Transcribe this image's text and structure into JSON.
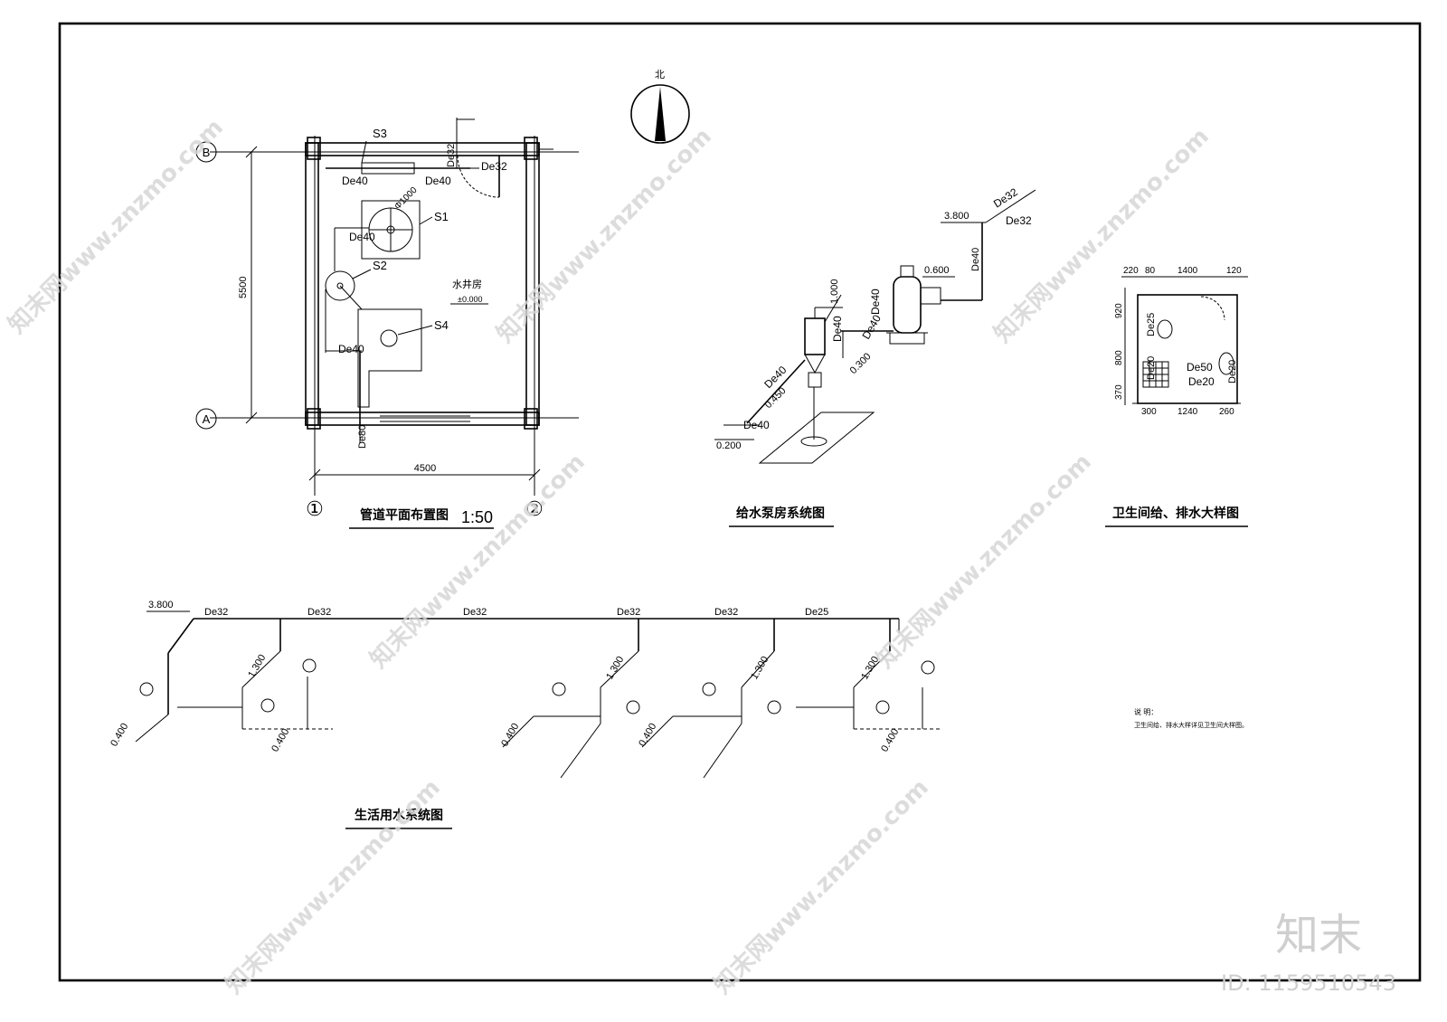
{
  "plan": {
    "title": "管道平面布置图",
    "scale": "1:50",
    "grid_b": "B",
    "grid_a": "A",
    "grid_1": "①",
    "grid_2": "②",
    "dim_height": "5500",
    "dim_width": "4500",
    "label_s1": "S1",
    "label_s2": "S2",
    "label_s3": "S3",
    "label_s4": "S4",
    "pipe_de40_a": "De40",
    "pipe_de40_b": "De40",
    "pipe_de40_c": "De40",
    "pipe_de40_d": "De40",
    "pipe_de32_a": "De32",
    "pipe_de32_b": "De32",
    "pipe_de80": "De80",
    "tank_dia": "Φ1000",
    "room_name": "水井房",
    "room_level": "±0.000"
  },
  "north_arrow": {
    "label": "北"
  },
  "pump_system": {
    "title": "给水泵房系统图",
    "elev_3800": "3.800",
    "elev_1000": "1.000",
    "elev_0600": "0.600",
    "elev_0450": "0.450",
    "elev_0300": "0.300",
    "elev_0200": "0.200",
    "pipe_de32_a": "De32",
    "pipe_de32_b": "De32",
    "pipe_de40_a": "De40",
    "pipe_de40_b": "De40",
    "pipe_de40_c": "De40",
    "pipe_de40_d": "De40",
    "pipe_de40_e": "De40",
    "pipe_de40_f": "De40"
  },
  "toilet_detail": {
    "title": "卫生间给、排水大样图",
    "dim_220": "220",
    "dim_80": "80",
    "dim_1400": "1400",
    "dim_120": "120",
    "dim_920": "920",
    "dim_800": "800",
    "dim_370": "370",
    "dim_300": "300",
    "dim_1240": "1240",
    "dim_260": "260",
    "pipe_de25": "De25",
    "pipe_de20_a": "De20",
    "pipe_de20_b": "De20",
    "pipe_de50": "De50",
    "pipe_de20_c": "De20"
  },
  "domestic_system": {
    "title": "生活用水系统图",
    "elev_3800": "3.800",
    "main_de32_a": "De32",
    "main_de32_b": "De32",
    "main_de32_c": "De32",
    "main_de32_d": "De32",
    "main_de32_e": "De32",
    "main_de25": "De25",
    "elev_1300_a": "1.300",
    "elev_1300_b": "1.300",
    "elev_1300_c": "1.300",
    "elev_1300_d": "1.300",
    "elev_0400_a": "0.400",
    "elev_0400_b": "0.400",
    "elev_0400_c": "0.400",
    "elev_0400_d": "0.400",
    "elev_0400_e": "0.400"
  },
  "notes": {
    "heading": "说 明：",
    "body": "卫生间给、排水大样详见卫生间大样图。"
  },
  "watermark": {
    "text": "知末网www.znzmo.com",
    "logo": "知末",
    "id": "ID: 1159510543"
  }
}
